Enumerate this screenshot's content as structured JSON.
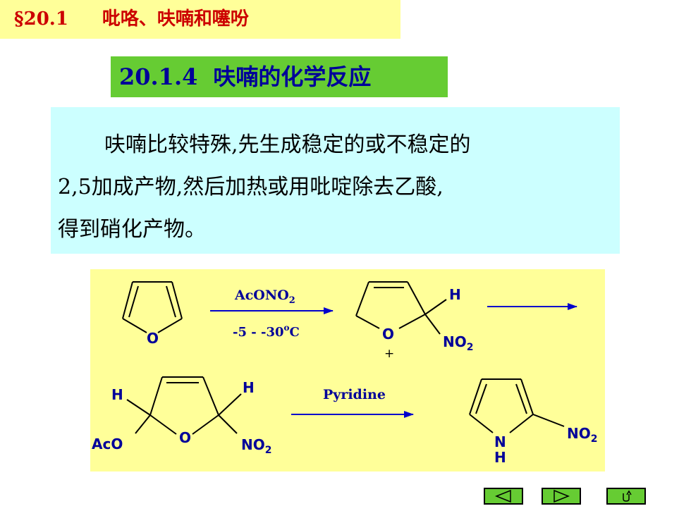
{
  "header": {
    "section_no": "§20.1",
    "section_title": "吡咯、呋喃和噻吩"
  },
  "subtitle": {
    "number": "20.1.4",
    "text": "呋喃的化学反应"
  },
  "note": {
    "line1": "呋喃比较特殊,先生成稳定的或不稳定的",
    "line2": "2,5加成产物,然后加热或用吡啶除去乙酸,",
    "line3": "得到硝化产物。"
  },
  "scheme": {
    "reagent1_main": "AcONO",
    "reagent1_sub": "2",
    "temp_main": "-5 - -30",
    "temp_sup": "o",
    "temp_unit": "C",
    "reagent2": "Pyridine",
    "label_O": "O",
    "label_H": "H",
    "label_N": "N",
    "label_NO": "NO",
    "label_sub2": "2",
    "label_plus": "+",
    "label_AcO": "AcO"
  },
  "colors": {
    "header_bg": "#ffff99",
    "header_text": "#cc0000",
    "subtitle_bg": "#66cc33",
    "subtitle_text": "#000099",
    "note_bg": "#ccffff",
    "scheme_bg": "#ffff99",
    "arrow": "#0000cc",
    "button_bg": "#66cc33"
  },
  "nav": {
    "prev_icon": "prev-triangle-icon",
    "next_icon": "next-triangle-icon",
    "return_icon": "return-arrow-icon"
  }
}
